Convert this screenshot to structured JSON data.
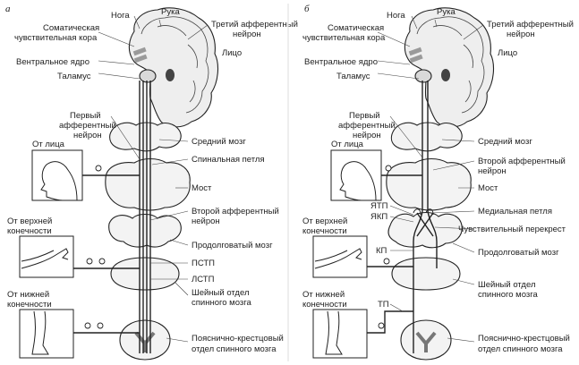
{
  "panels": [
    {
      "letter": "а",
      "labels": {
        "leg": "Нога",
        "arm": "Рука",
        "cortex_1": "Соматическая",
        "cortex_2": "чувствительная кора",
        "third_1": "Третий афферентный",
        "third_2": "нейрон",
        "face": "Лицо",
        "ventral": "Вентральное ядро",
        "thalamus": "Таламус",
        "first_1": "Первый",
        "first_2": "афферентный",
        "first_3": "нейрон",
        "midbrain": "Средний мозг",
        "from_face": "От лица",
        "loop": "Спинальная петля",
        "pons": "Мост",
        "upper_1": "От верхней",
        "upper_2": "конечности",
        "second_1": "Второй афферентный",
        "second_2": "нейрон",
        "medulla": "Продолговатый мозг",
        "pstp": "ПСТП",
        "lstp": "ЛСТП",
        "cervical_1": "Шейный отдел",
        "cervical_2": "спинного мозга",
        "lower_1": "От нижней",
        "lower_2": "конечности",
        "lumbar_1": "Пояснично-крестцовый",
        "lumbar_2": "отдел спинного мозга"
      }
    },
    {
      "letter": "б",
      "labels": {
        "leg": "Нога",
        "arm": "Рука",
        "cortex_1": "Соматическая",
        "cortex_2": "чувствительная кора",
        "third_1": "Третий афферентный",
        "third_2": "нейрон",
        "face": "Лицо",
        "ventral": "Вентральное ядро",
        "thalamus": "Таламус",
        "first_1": "Первый",
        "first_2": "афферентный",
        "first_3": "нейрон",
        "midbrain": "Средний мозг",
        "from_face": "От лица",
        "second_1": "Второй афферентный",
        "second_2": "нейрон",
        "pons": "Мост",
        "ytp": "ЯТП",
        "ykp": "ЯКП",
        "medial_loop": "Медиальная петля",
        "upper_1": "От верхней",
        "upper_2": "конечности",
        "crossing": "Чувствительный перекрест",
        "kp": "КП",
        "medulla": "Продолговатый мозг",
        "cervical_1": "Шейный отдел",
        "cervical_2": "спинного мозга",
        "lower_1": "От нижней",
        "lower_2": "конечности",
        "tp": "ТП",
        "lumbar_1": "Пояснично-крестцовый",
        "lumbar_2": "отдел спинного мозга"
      }
    }
  ]
}
